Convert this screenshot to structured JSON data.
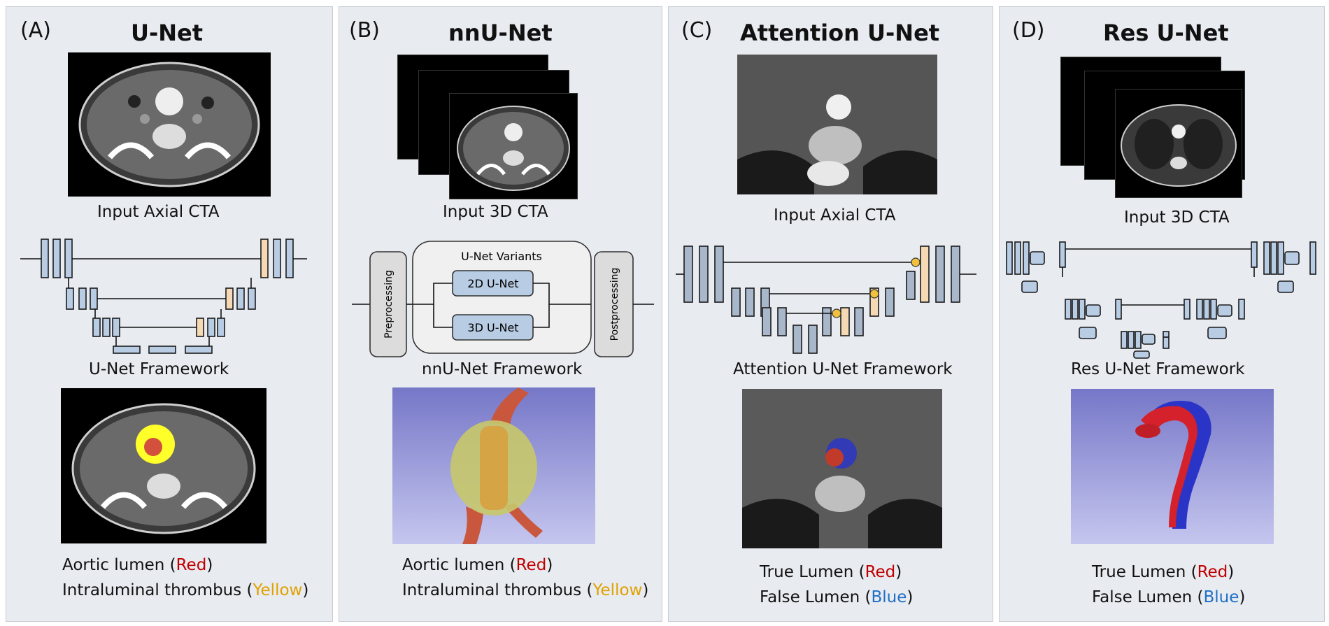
{
  "panels": [
    {
      "tag": "(A)",
      "title": "U-Net",
      "input_caption": "Input Axial CTA",
      "framework_caption": "U-Net Framework",
      "legend": [
        {
          "text": "Aortic lumen (",
          "color_word": "Red",
          "end": ")"
        },
        {
          "text": "Intraluminal thrombus (",
          "color_word": "Yellow",
          "end": ")"
        }
      ]
    },
    {
      "tag": "(B)",
      "title": "nnU-Net",
      "input_caption": "Input 3D CTA",
      "framework_caption": "nnU-Net Framework",
      "pipeline": {
        "pre": "Preprocessing",
        "variants_title": "U-Net Variants",
        "v2d": "2D U-Net",
        "v3d": "3D U-Net",
        "post": "Postprocessing"
      },
      "legend": [
        {
          "text": "Aortic lumen (",
          "color_word": "Red",
          "end": ")"
        },
        {
          "text": "Intraluminal thrombus (",
          "color_word": "Yellow",
          "end": ")"
        }
      ]
    },
    {
      "tag": "(C)",
      "title": "Attention U-Net",
      "input_caption": "Input Axial CTA",
      "framework_caption": "Attention U-Net Framework",
      "legend": [
        {
          "text": "True Lumen (",
          "color_word": "Red",
          "end": ")"
        },
        {
          "text": "False Lumen (",
          "color_word": "Blue",
          "end": ")"
        }
      ]
    },
    {
      "tag": "(D)",
      "title": "Res U-Net",
      "input_caption": "Input 3D CTA",
      "framework_caption": "Res U-Net Framework",
      "legend": [
        {
          "text": "True Lumen (",
          "color_word": "Red",
          "end": ")"
        },
        {
          "text": "False Lumen (",
          "color_word": "Blue",
          "end": ")"
        }
      ]
    }
  ],
  "colors": {
    "panel_bg": "#e8ebf0",
    "encoder_block": "#b8cce4",
    "decoder_block": "#f5d9b4",
    "attention_gate": "#f2c13c",
    "red": "#c00000",
    "yellow": "#e0a100",
    "blue": "#1f6fc6"
  }
}
